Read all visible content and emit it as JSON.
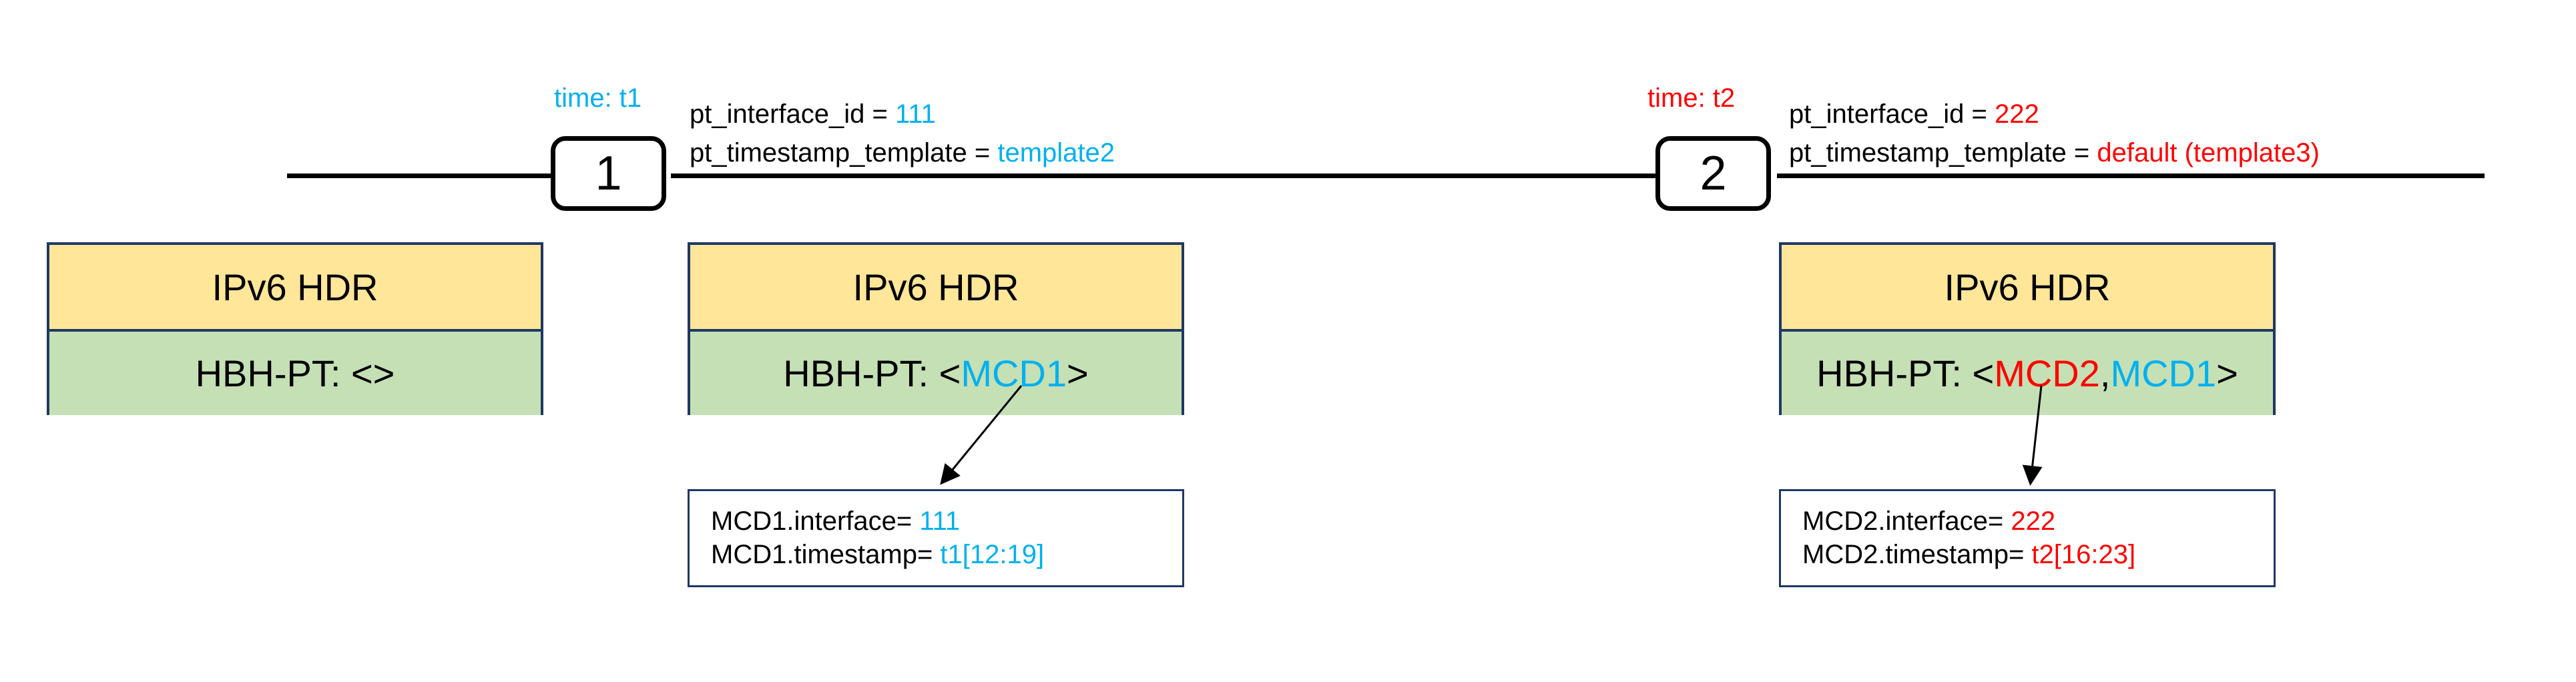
{
  "colors": {
    "accent_blue": "#00b0f0",
    "accent_red": "#ff0000",
    "header_fill": "#ffe699",
    "hbh_fill": "#c5e0b4",
    "border": "#1f3864"
  },
  "nodes": [
    {
      "id": "1",
      "time_label": "time: t1",
      "params": [
        {
          "key": "pt_interface_id = ",
          "value": "111"
        },
        {
          "key": "pt_timestamp_template = ",
          "value": "template2"
        }
      ]
    },
    {
      "id": "2",
      "time_label": "time: t2",
      "params": [
        {
          "key": "pt_interface_id = ",
          "value": "222"
        },
        {
          "key": "pt_timestamp_template = ",
          "value": "default (template3)"
        }
      ]
    }
  ],
  "packets": [
    {
      "header": "IPv6 HDR",
      "hbh_prefix": "HBH-PT: <",
      "hbh_items": [],
      "hbh_sep": "",
      "hbh_suffix": ">"
    },
    {
      "header": "IPv6 HDR",
      "hbh_prefix": "HBH-PT: <",
      "hbh_items": [
        "MCD1"
      ],
      "hbh_sep": "",
      "hbh_suffix": ">"
    },
    {
      "header": "IPv6 HDR",
      "hbh_prefix": "HBH-PT: <",
      "hbh_items": [
        "MCD2",
        "MCD1"
      ],
      "hbh_sep": ", ",
      "hbh_suffix": ">"
    }
  ],
  "mcd_details": [
    {
      "interface_key": "MCD1.interface= ",
      "interface_value": "111",
      "timestamp_key": "MCD1.timestamp= ",
      "timestamp_value": "t1[12:19]"
    },
    {
      "interface_key": "MCD2.interface= ",
      "interface_value": "222",
      "timestamp_key": "MCD2.timestamp= ",
      "timestamp_value": "t2[16:23]"
    }
  ]
}
